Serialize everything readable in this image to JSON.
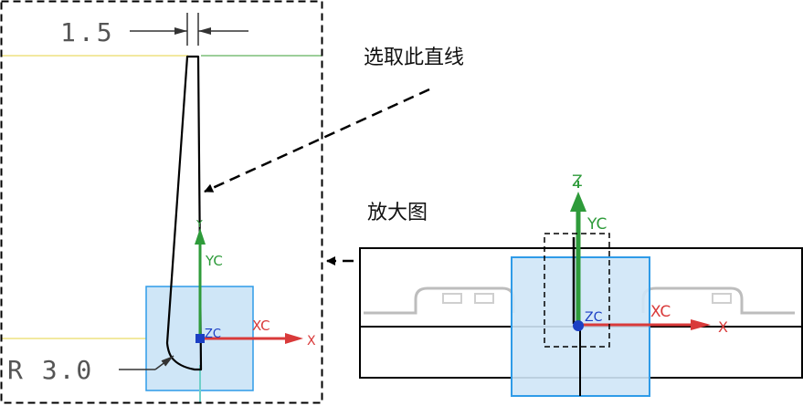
{
  "dimension_label": "1.5",
  "radius_label": "R 3.0",
  "callouts": {
    "select_line": "选取此直线",
    "enlarged_view": "放大图"
  },
  "left_axes": {
    "y_label": "YC",
    "y_tip": "Y",
    "x_label": "XC",
    "x_tip": "X",
    "origin_label": "ZC"
  },
  "right_axes": {
    "z_tip": "Z",
    "y_label": "YC",
    "x_label": "XC",
    "x_tip": "X",
    "origin_label": "ZC"
  },
  "colors": {
    "axis_green": "#2e9b3a",
    "axis_red": "#d93a3a",
    "origin_blue": "#1b3fc4",
    "csys_fill": "#cfe6f7",
    "csys_stroke": "#2f9be8",
    "yellow_line": "#f2e9a0",
    "teal_line": "#6fd0c8"
  }
}
